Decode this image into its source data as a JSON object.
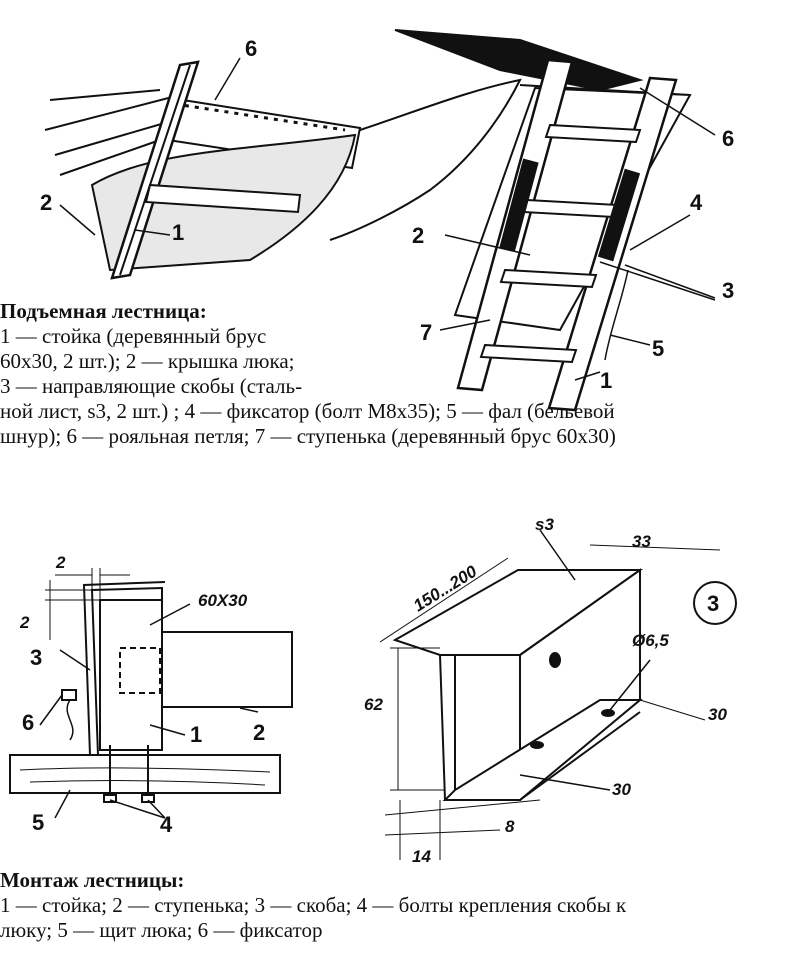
{
  "top_figure": {
    "left_labels": [
      "6",
      "2",
      "1"
    ],
    "right_labels": [
      "6",
      "4",
      "2",
      "3",
      "7",
      "5",
      "1"
    ]
  },
  "caption1": {
    "title": "Подъемная лестница:",
    "line1": "1 — стойка (деревянный брус",
    "line2": "60х30, 2 шт.); 2 — крышка люка;",
    "line3": "3 — направляющие скобы (сталь-",
    "line4": "ной лист, s3, 2 шт.) ; 4 — фиксатор (болт М8х35); 5 — фал (бельевой",
    "line5": "шнур); 6 — рояльная петля; 7 — ступенька (деревянный брус 60х30)"
  },
  "bottom_left": {
    "dim_gap": "2",
    "dim_side": "2",
    "dim_section": "60X30",
    "labels": [
      "3",
      "6",
      "1",
      "2",
      "5",
      "4"
    ]
  },
  "bottom_right": {
    "dim_thickness": "s3",
    "dim_flange": "33",
    "dim_length": "150...200",
    "detail_number": "3",
    "dim_hole": "Ø6,5",
    "dim_height": "62",
    "dim_hole_offset": "30",
    "dim_bottom_offset": "30",
    "dim_spacing": "8",
    "dim_edge": "14"
  },
  "caption2": {
    "title": "Монтаж лестницы:",
    "line1": "1 — стойка; 2 — ступенька; 3 — скоба; 4 — болты крепления скобы к",
    "line2": "люку; 5 — щит люка; 6 — фиксатор"
  }
}
